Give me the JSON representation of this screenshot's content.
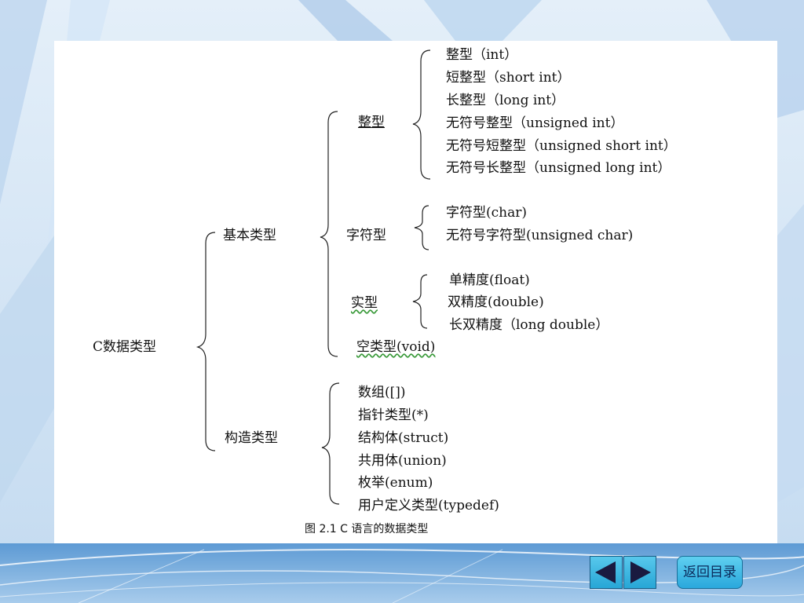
{
  "root": "C数据类型",
  "groups": {
    "basic": "基本类型",
    "constructed": "构造类型"
  },
  "basic_children": {
    "integer": "整型",
    "character": "字符型",
    "real": "实型",
    "void": "空类型(void)"
  },
  "integer_types": [
    "整型（int）",
    "短整型（short int）",
    "长整型（long int）",
    "无符号整型（unsigned int）",
    "无符号短整型（unsigned short int）",
    "无符号长整型（unsigned long int）"
  ],
  "char_types": [
    "字符型(char)",
    "无符号字符型(unsigned char)"
  ],
  "real_types": [
    "单精度(float)",
    "双精度(double)",
    "长双精度（long double）"
  ],
  "constructed_types": [
    "数组([])",
    "指针类型(*)",
    "结构体(struct)",
    "共用体(union)",
    "枚举(enum)",
    "用户定义类型(typedef)"
  ],
  "caption": "图 2.1  C 语言的数据类型",
  "nav": {
    "back_label": "返回目录",
    "prev_icon": "triangle-left-icon",
    "next_icon": "triangle-right-icon"
  },
  "colors": {
    "background": "#cfe3f6",
    "button": "#2aa8dc",
    "button_border": "#1a5e85"
  }
}
